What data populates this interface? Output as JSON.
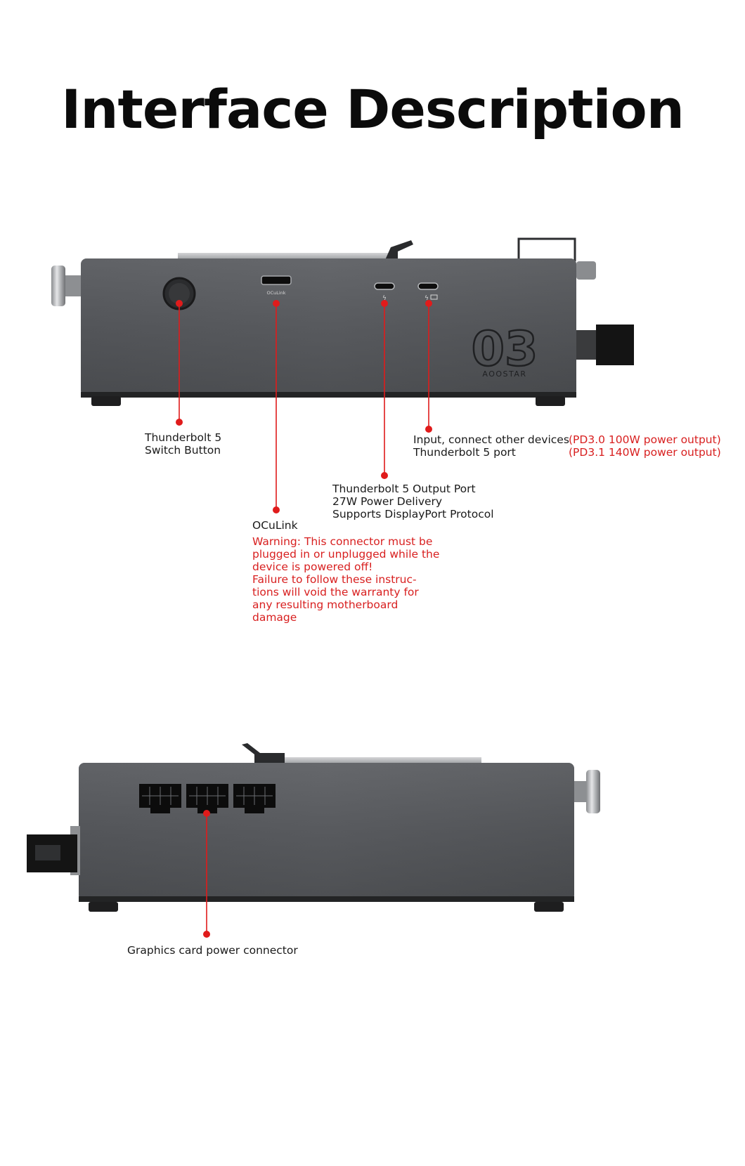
{
  "title": "Interface Description",
  "colors": {
    "callout": "#e01b1b",
    "device_body": "#55575a",
    "warning_text": "#d81f1f"
  },
  "front_view": {
    "port_labels": {
      "oculink_port": "OCuLink",
      "brand": "AOOSTAR",
      "model_mark": "03"
    },
    "callouts": {
      "switch_button": {
        "line1": "Thunderbolt 5",
        "line2": "Switch Button"
      },
      "oculink": {
        "heading": "OCuLink",
        "warning": [
          "Warning: This connector must be",
          "plugged in or unplugged while the",
          "device is powered off!",
          "Failure to follow these instruc-",
          "tions will void the warranty for",
          "any resulting motherboard",
          "damage"
        ]
      },
      "tb5_output": {
        "line1": "Thunderbolt 5 Output Port",
        "line2": "27W Power Delivery",
        "line3": "Supports DisplayPort Protocol"
      },
      "tb5_input": {
        "line1": "Input, connect other devices",
        "line2": "Thunderbolt 5 port",
        "power1": "(PD3.0 100W power output)",
        "power2": "(PD3.1 140W power output)"
      }
    }
  },
  "rear_view": {
    "callouts": {
      "gpu_power": {
        "label": "Graphics card power connector"
      }
    }
  }
}
